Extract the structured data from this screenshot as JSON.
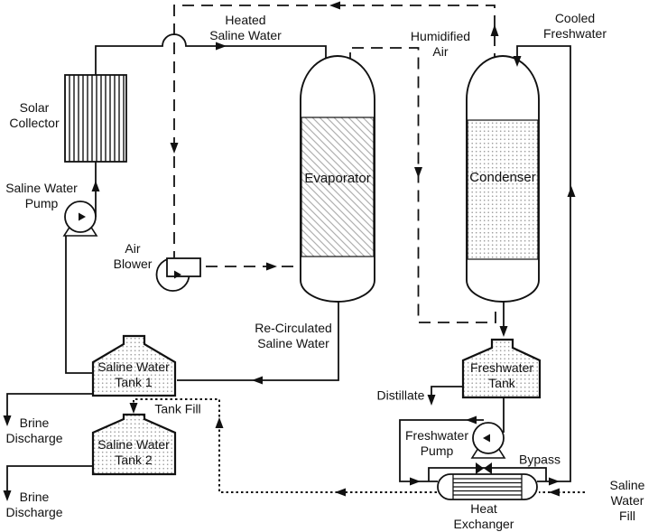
{
  "page": {
    "background_color": "#ffffff",
    "line_color": "#111111",
    "fill_dot_color": "#999999",
    "fill_hatch_color": "#b0b0b0"
  },
  "labels": {
    "heated_saline_water": "Heated\nSaline Water",
    "humidified_air": "Humidified\nAir",
    "cooled_freshwater": "Cooled\nFreshwater",
    "solar_collector": "Solar\nCollector",
    "saline_water_pump": "Saline Water\nPump",
    "air_blower": "Air\nBlower",
    "evaporator": "Evaporator",
    "condenser": "Condenser",
    "recirculated_saline_water": "Re-Circulated\nSaline Water",
    "saline_water_tank_1": "Saline Water\nTank 1",
    "saline_water_tank_2": "Saline Water\nTank 2",
    "brine_discharge_1": "Brine\nDischarge",
    "brine_discharge_2": "Brine\nDischarge",
    "tank_fill": "Tank Fill",
    "distillate": "Distillate",
    "freshwater_tank": "Freshwater\nTank",
    "freshwater_pump": "Freshwater\nPump",
    "bypass": "Bypass",
    "heat_exchanger": "Heat\nExchanger",
    "saline_water_fill": "Saline Water\nFill"
  },
  "streams": [
    {
      "name": "water piping",
      "line_style": "solid"
    },
    {
      "name": "air loop (humidified air / return air)",
      "line_style": "dashed"
    },
    {
      "name": "saline water fill / tank fill",
      "line_style": "dotted"
    }
  ]
}
